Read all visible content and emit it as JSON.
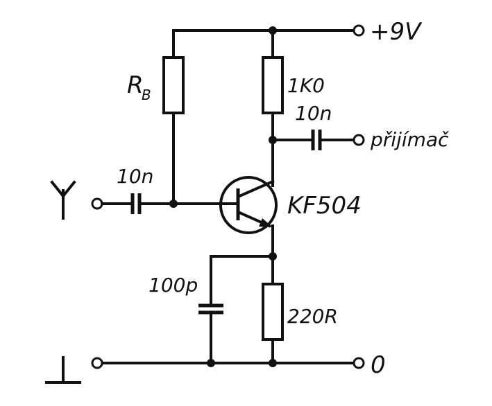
{
  "labels": {
    "supply": "+9V",
    "rb": "R",
    "rb_sub": "B",
    "rc": "1K0",
    "c_out": "10n",
    "output": "přijímač",
    "c_in": "10n",
    "transistor": "KF504",
    "c_emitter": "100p",
    "re": "220R",
    "ground": "0"
  }
}
